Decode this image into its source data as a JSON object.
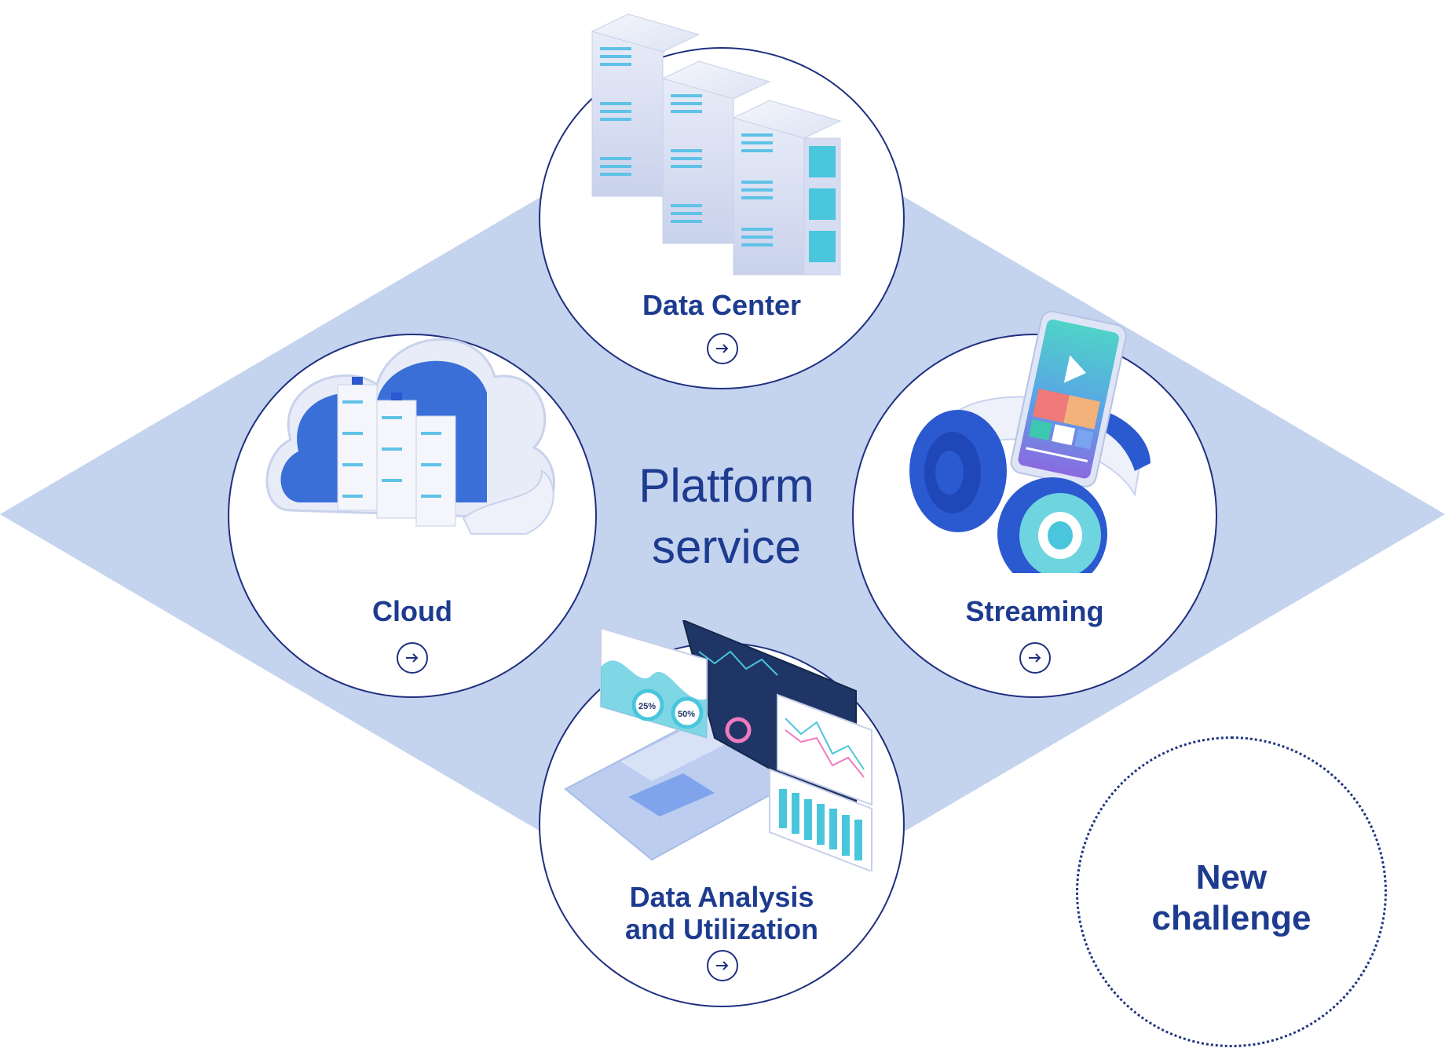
{
  "center": {
    "line1": "Platform",
    "line2": "service"
  },
  "nodes": {
    "data_center": {
      "label": "Data Center",
      "icon": "server-rack-icon"
    },
    "cloud": {
      "label": "Cloud",
      "icon": "cloud-servers-icon"
    },
    "streaming": {
      "label": "Streaming",
      "icon": "headphones-phone-icon"
    },
    "data_analysis": {
      "label_line1": "Data Analysis",
      "label_line2": "and Utilization",
      "icon": "laptop-dashboard-icon"
    }
  },
  "future": {
    "line1": "New",
    "line2": "challenge"
  },
  "dashboard": {
    "pct1": "25%",
    "pct2": "50%"
  },
  "colors": {
    "diamond": "#c4d3ee",
    "outline": "#1f2f7f",
    "text": "#1d3b8f",
    "accent_blue": "#2b59d0",
    "accent_cyan": "#49c6dc"
  }
}
